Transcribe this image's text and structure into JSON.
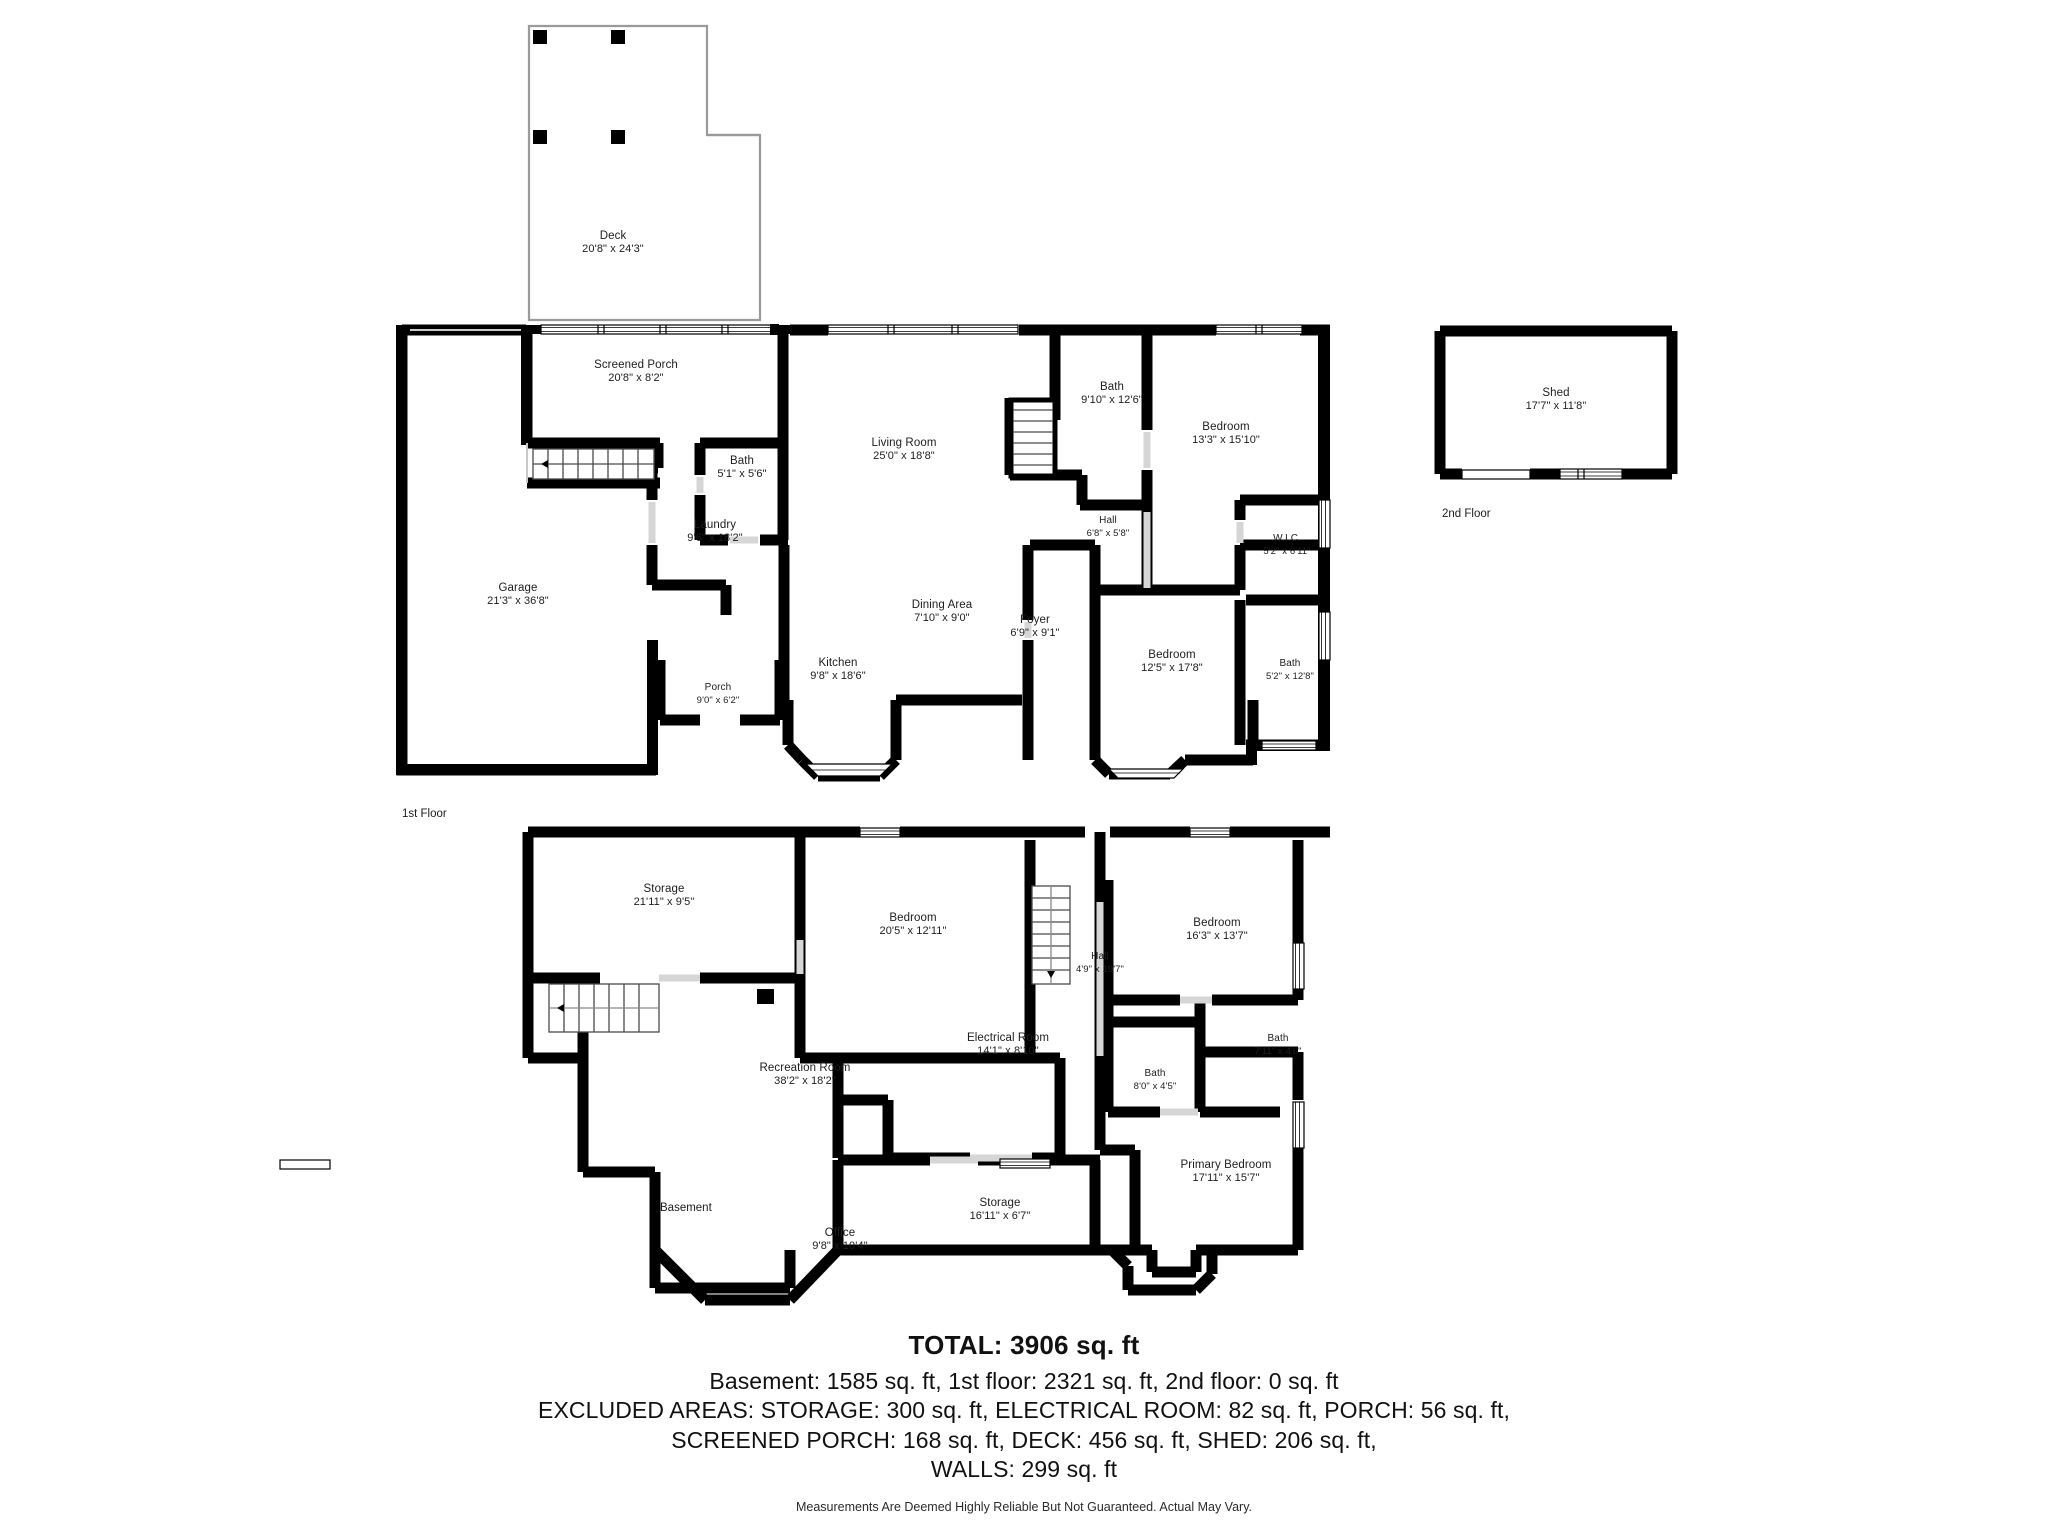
{
  "document": {
    "type": "real-estate-floor-plan",
    "background_color": "#ffffff",
    "wall_color": "#000000",
    "text_color": "#1d1d1d"
  },
  "floors": [
    {
      "id": "first-floor",
      "caption": "1st Floor",
      "rooms": [
        {
          "name": "Deck",
          "dimensions": "20'8\" x 24'3\""
        },
        {
          "name": "Screened Porch",
          "dimensions": "20'8\" x 8'2\""
        },
        {
          "name": "Bath",
          "dimensions": "5'1\" x 5'6\""
        },
        {
          "name": "Laundry",
          "dimensions": "9'6\" x 18'2\""
        },
        {
          "name": "Garage",
          "dimensions": "21'3\" x 36'8\""
        },
        {
          "name": "Living Room",
          "dimensions": "25'0\" x 18'8\""
        },
        {
          "name": "Dining Area",
          "dimensions": "7'10\" x 9'0\""
        },
        {
          "name": "Foyer",
          "dimensions": "6'9\" x 9'1\""
        },
        {
          "name": "Kitchen",
          "dimensions": "9'8\" x 18'6\""
        },
        {
          "name": "Porch",
          "dimensions": "9'0\" x 6'2\""
        },
        {
          "name": "Bath",
          "dimensions": "9'10\" x 12'6\""
        },
        {
          "name": "Bedroom",
          "dimensions": "13'3\" x 15'10\""
        },
        {
          "name": "Hall",
          "dimensions": "6'8\" x 5'8\""
        },
        {
          "name": "W.I.C.",
          "dimensions": "5'2\" x 6'11\""
        },
        {
          "name": "Bedroom",
          "dimensions": "12'5\" x 17'8\""
        },
        {
          "name": "Bath",
          "dimensions": "5'2\" x 12'8\""
        }
      ]
    },
    {
      "id": "second-floor",
      "caption": "2nd Floor",
      "rooms": [
        {
          "name": "Shed",
          "dimensions": "17'7\" x 11'8\""
        }
      ]
    },
    {
      "id": "basement",
      "caption": "Basement",
      "rooms": [
        {
          "name": "Storage",
          "dimensions": "21'11\" x 9'5\""
        },
        {
          "name": "Bedroom",
          "dimensions": "20'5\" x 12'11\""
        },
        {
          "name": "Bedroom",
          "dimensions": "16'3\" x 13'7\""
        },
        {
          "name": "Hall",
          "dimensions": "4'9\" x 19'7\""
        },
        {
          "name": "Electrical Room",
          "dimensions": "14'1\" x 8'10\""
        },
        {
          "name": "Bath",
          "dimensions": "7'11\" x 4'6\""
        },
        {
          "name": "Bath",
          "dimensions": "8'0\" x 4'5\""
        },
        {
          "name": "Recreation Room",
          "dimensions": "38'2\" x 18'2\""
        },
        {
          "name": "Primary Bedroom",
          "dimensions": "17'11\" x 15'7\""
        },
        {
          "name": "Office",
          "dimensions": "9'8\" x 10'4\""
        },
        {
          "name": "Storage",
          "dimensions": "16'11\" x 6'7\""
        }
      ]
    }
  ],
  "labels": {
    "first_floor": {
      "deck_name": "Deck",
      "deck_dim": "20'8\" x 24'3\"",
      "screened_porch_name": "Screened Porch",
      "screened_porch_dim": "20'8\" x 8'2\"",
      "bath1_name": "Bath",
      "bath1_dim": "5'1\" x 5'6\"",
      "laundry_name": "Laundry",
      "laundry_dim": "9'6\" x 18'2\"",
      "garage_name": "Garage",
      "garage_dim": "21'3\" x 36'8\"",
      "living_name": "Living Room",
      "living_dim": "25'0\" x 18'8\"",
      "dining_name": "Dining Area",
      "dining_dim": "7'10\" x 9'0\"",
      "foyer_name": "Foyer",
      "foyer_dim": "6'9\" x 9'1\"",
      "kitchen_name": "Kitchen",
      "kitchen_dim": "9'8\" x 18'6\"",
      "porch_name": "Porch",
      "porch_dim": "9'0\" x 6'2\"",
      "bath2_name": "Bath",
      "bath2_dim": "9'10\" x 12'6\"",
      "bedroom1_name": "Bedroom",
      "bedroom1_dim": "13'3\" x 15'10\"",
      "hall_name": "Hall",
      "hall_dim": "6'8\" x 5'8\"",
      "wic_name": "W.I.C.",
      "wic_dim": "5'2\" x 6'11\"",
      "bedroom2_name": "Bedroom",
      "bedroom2_dim": "12'5\" x 17'8\"",
      "bath3_name": "Bath",
      "bath3_dim": "5'2\" x 12'8\"",
      "caption": "1st Floor"
    },
    "second_floor": {
      "shed_name": "Shed",
      "shed_dim": "17'7\" x 11'8\"",
      "caption": "2nd Floor"
    },
    "basement": {
      "storage1_name": "Storage",
      "storage1_dim": "21'11\" x 9'5\"",
      "bedroom1_name": "Bedroom",
      "bedroom1_dim": "20'5\" x 12'11\"",
      "bedroom2_name": "Bedroom",
      "bedroom2_dim": "16'3\" x 13'7\"",
      "hall_name": "Hall",
      "hall_dim": "4'9\" x 19'7\"",
      "electrical_name": "Electrical Room",
      "electrical_dim": "14'1\" x 8'10\"",
      "bath1_name": "Bath",
      "bath1_dim": "7'11\" x 4'6\"",
      "bath2_name": "Bath",
      "bath2_dim": "8'0\" x 4'5\"",
      "rec_name": "Recreation Room",
      "rec_dim": "38'2\" x 18'2\"",
      "primary_name": "Primary Bedroom",
      "primary_dim": "17'11\" x 15'7\"",
      "office_name": "Office",
      "office_dim": "9'8\" x 10'4\"",
      "storage2_name": "Storage",
      "storage2_dim": "16'11\" x 6'7\"",
      "caption": "Basement"
    }
  },
  "summary": {
    "total_line": "TOTAL: 3906 sq. ft",
    "line_1": "Basement: 1585 sq. ft, 1st floor: 2321 sq. ft, 2nd floor: 0 sq. ft",
    "line_2": "EXCLUDED AREAS: STORAGE: 300 sq. ft, ELECTRICAL ROOM: 82 sq. ft, PORCH: 56 sq. ft,",
    "line_3": "SCREENED PORCH: 168 sq. ft, DECK: 456 sq. ft, SHED: 206 sq. ft,",
    "line_4": "WALLS: 299 sq. ft",
    "areas": {
      "total_sq_ft": 3906,
      "basement_sq_ft": 1585,
      "first_floor_sq_ft": 2321,
      "second_floor_sq_ft": 0,
      "excluded": {
        "storage_sq_ft": 300,
        "electrical_room_sq_ft": 82,
        "porch_sq_ft": 56,
        "screened_porch_sq_ft": 168,
        "deck_sq_ft": 456,
        "shed_sq_ft": 206,
        "walls_sq_ft": 299
      }
    }
  },
  "disclaimer": "Measurements Are Deemed Highly Reliable But Not Guaranteed. Actual May Vary."
}
